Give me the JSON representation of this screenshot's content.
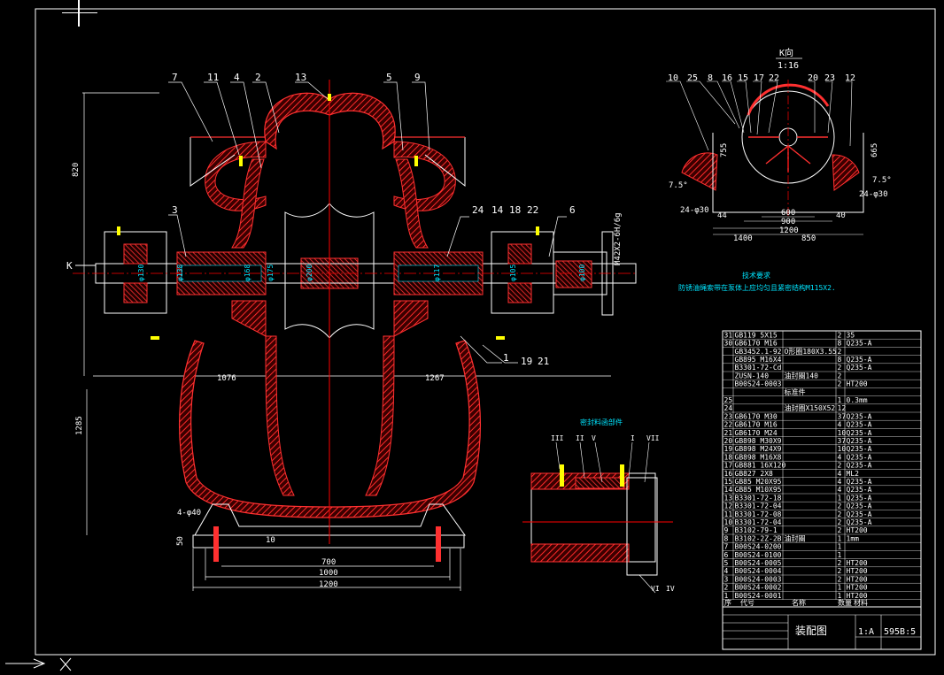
{
  "drawing": {
    "main_balloons": [
      "7",
      "11",
      "4",
      "2",
      "13",
      "5",
      "9",
      "3",
      "24",
      "14",
      "18",
      "22",
      "6",
      "1",
      "19",
      "21"
    ],
    "dims_main": [
      "820",
      "1076",
      "1267",
      "1285",
      "700",
      "1000",
      "1200",
      "10",
      "50",
      "4-φ40"
    ],
    "shaft_dims": [
      "φ130",
      "φ138",
      "φ168",
      "φ175",
      "φ200",
      "φ117",
      "φ105",
      "φ100"
    ],
    "section_k": "K",
    "view_k_title": "K向",
    "view_k_scale": "1:16",
    "view_k_balloons": [
      "10",
      "25",
      "8",
      "16",
      "15",
      "17",
      "22",
      "20",
      "23",
      "12"
    ],
    "view_k_dims": [
      "755",
      "665",
      "7.5°",
      "7.5°",
      "24-φ30",
      "24-φ30",
      "44",
      "40",
      "600",
      "900",
      "1200",
      "1400",
      "850"
    ],
    "tech_req_title": "技术要求",
    "tech_req_text": "防锈油绳索带在泵体上应均匀且紧密结构M115X2.",
    "seal_title": "密封料函部件",
    "seal_marks": [
      "III",
      "II",
      "V",
      "I",
      "VII",
      "VI",
      "IV"
    ],
    "rotated_label": "M42X2-6H/6g"
  },
  "bom": {
    "rows": [
      [
        "31",
        "GB119   5X15",
        "",
        "2",
        "35"
      ],
      [
        "30",
        "GB6170  M16",
        "",
        "8",
        "Q235-A"
      ],
      [
        "",
        "GB3452.1-92",
        "O形圈180X3.55",
        "2",
        ""
      ],
      [
        "",
        "GB895  M16X4",
        "",
        "8",
        "Q235-A"
      ],
      [
        "",
        "B3301-72-Cd",
        "",
        "2",
        "Q235-A"
      ],
      [
        "",
        "ZUSN-140",
        "油封圈140",
        "2",
        ""
      ],
      [
        "",
        "B00S24-0003",
        "",
        "2",
        "HT200"
      ],
      [
        "",
        "",
        "标准件",
        "",
        ""
      ],
      [
        "25",
        "",
        "",
        "1",
        "0.3mm"
      ],
      [
        "24",
        "",
        "油封圈X150X52",
        "12",
        ""
      ],
      [
        "23",
        "GB6170  M30",
        "",
        "37",
        "Q235-A"
      ],
      [
        "22",
        "GB6170  M16",
        "",
        "4",
        "Q235-A"
      ],
      [
        "21",
        "GB6170  M24",
        "",
        "10",
        "Q235-A"
      ],
      [
        "20",
        "GB898  M30X9",
        "",
        "37",
        "Q235-A"
      ],
      [
        "19",
        "GB898  M24X9",
        "",
        "10",
        "Q235-A"
      ],
      [
        "18",
        "GB898  M16X8",
        "",
        "4",
        "Q235-A"
      ],
      [
        "17",
        "GB881  16X120",
        "",
        "2",
        "Q235-A"
      ],
      [
        "16",
        "GB827   2X8",
        "",
        "4",
        "ML2"
      ],
      [
        "15",
        "GB85  M20X95",
        "",
        "4",
        "Q235-A"
      ],
      [
        "14",
        "GB85  M10X95",
        "",
        "4",
        "Q235-A"
      ],
      [
        "13",
        "B3301-72-18",
        "",
        "1",
        "Q235-A"
      ],
      [
        "12",
        "B3301-72-04",
        "",
        "2",
        "Q235-A"
      ],
      [
        "11",
        "B3301-72-08",
        "",
        "2",
        "Q235-A"
      ],
      [
        "10",
        "B3301-72-04",
        "",
        "2",
        "Q235-A"
      ],
      [
        "9",
        "B3102-79-1",
        "",
        "2",
        "HT200"
      ],
      [
        "8",
        "B3102-2Z-2B",
        "油封圈",
        "1",
        "1mm"
      ],
      [
        "7",
        "B00S24-0200",
        "",
        "1",
        ""
      ],
      [
        "6",
        "B00S24-0100",
        "",
        "1",
        ""
      ],
      [
        "5",
        "B00S24-0005",
        "",
        "2",
        "HT200"
      ],
      [
        "4",
        "B00S24-0004",
        "",
        "2",
        "HT200"
      ],
      [
        "3",
        "B00S24-0003",
        "",
        "2",
        "HT200"
      ],
      [
        "2",
        "B00S24-0002",
        "",
        "1",
        "HT200"
      ],
      [
        "1",
        "B00S24-0001",
        "",
        "1",
        "HT200"
      ]
    ],
    "header": [
      "序",
      "代号",
      "名称",
      "数量",
      "材料"
    ]
  },
  "title_block": {
    "title": "装配图",
    "scale_label": "1:A",
    "drawing_no": "595B:5"
  },
  "colors": {
    "frame": "#ffffff",
    "section": "#ff2020",
    "dim": "#00e5ff",
    "accent": "#ffff00",
    "center": "#ff0000"
  }
}
